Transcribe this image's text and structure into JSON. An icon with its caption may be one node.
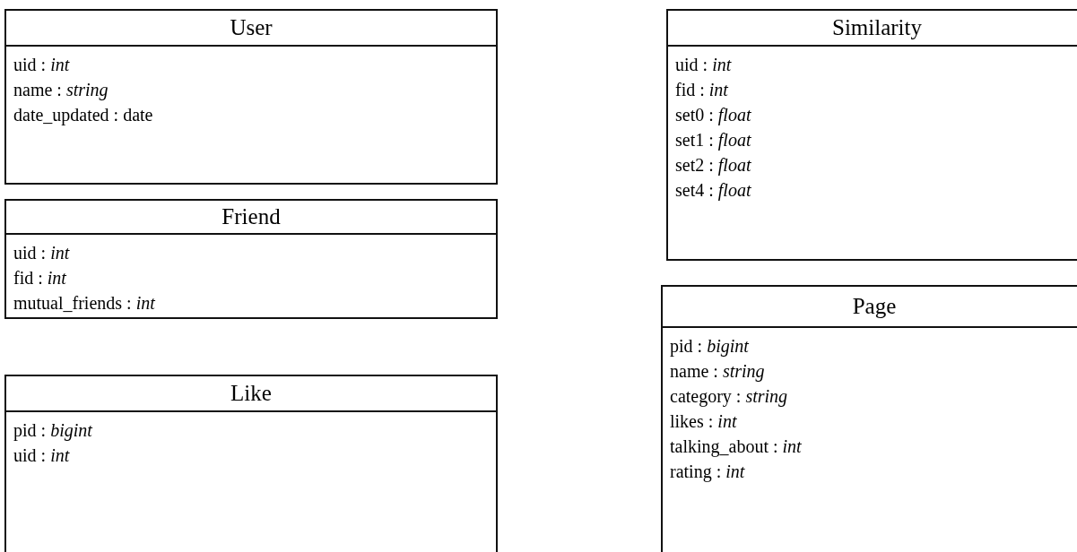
{
  "diagram": {
    "nodes": [
      {
        "text": [
          "User",
          "uid : *int*",
          "name : *string*",
          "date_updated : date"
        ]
      },
      {
        "text": [
          "Friend",
          "uid : *int*",
          "fid : *int*",
          "mutual_friends : *int*"
        ]
      },
      {
        "text": [
          "Like",
          "pid : *bigint*",
          "uid : *int*"
        ]
      },
      {
        "text": [
          "Similarity",
          "uid : *int*",
          "fid : *int*",
          "set0 : *float*",
          "set1 : *float*",
          "set2 : *float*",
          "set4 : *float*"
        ]
      },
      {
        "text": [
          "Page",
          "pid : *bigint*",
          "name : *string*",
          "category : *string*",
          "likes : *int*",
          "talking_about : *int*",
          "rating : *int*"
        ]
      }
    ]
  }
}
